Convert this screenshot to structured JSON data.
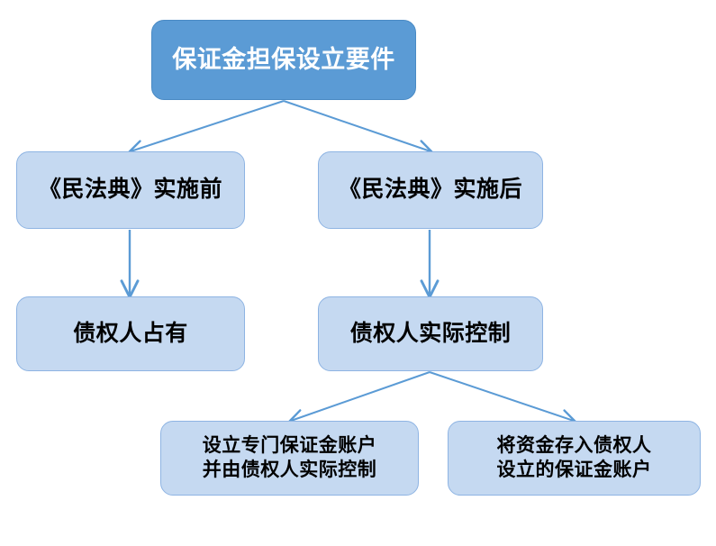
{
  "diagram": {
    "type": "flowchart",
    "title": "保证金担保设立要件",
    "orientation": "top-down",
    "colors": {
      "root_fill": "#5B9BD5",
      "root_text": "#FFFFFF",
      "node_fill": "#C5D9F1",
      "node_border": "#8EB4E3",
      "node_text": "#000000",
      "connector": "#5B9BD5",
      "background": "#FFFFFF"
    },
    "nodes": {
      "root": {
        "id": "root",
        "label": "保证金担保设立要件",
        "level": 0
      },
      "before_code": {
        "id": "before-code",
        "label": "《民法典》实施前",
        "level": 1
      },
      "after_code": {
        "id": "after-code",
        "label": "《民法典》实施后",
        "level": 1
      },
      "creditor_possession": {
        "id": "creditor-possession",
        "label": "债权人占有",
        "level": 2
      },
      "creditor_control": {
        "id": "creditor-control",
        "label": "债权人实际控制",
        "level": 2
      },
      "dedicated_account": {
        "id": "dedicated-account",
        "label": "设立专门保证金账户\n并由债权人实际控制",
        "line1": "设立专门保证金账户",
        "line2": "并由债权人实际控制",
        "level": 3
      },
      "deposit_into_account": {
        "id": "deposit-into-account",
        "label": "将资金存入债权人\n设立的保证金账户",
        "line1": "将资金存入债权人",
        "line2": "设立的保证金账户",
        "level": 3
      }
    },
    "edges": [
      {
        "from": "root",
        "to": "before_code",
        "style": "arrow"
      },
      {
        "from": "root",
        "to": "after_code",
        "style": "arrow"
      },
      {
        "from": "before_code",
        "to": "creditor_possession",
        "style": "arrow"
      },
      {
        "from": "after_code",
        "to": "creditor_control",
        "style": "arrow"
      },
      {
        "from": "creditor_control",
        "to": "dedicated_account",
        "style": "arrow"
      },
      {
        "from": "creditor_control",
        "to": "deposit_into_account",
        "style": "arrow"
      }
    ]
  }
}
